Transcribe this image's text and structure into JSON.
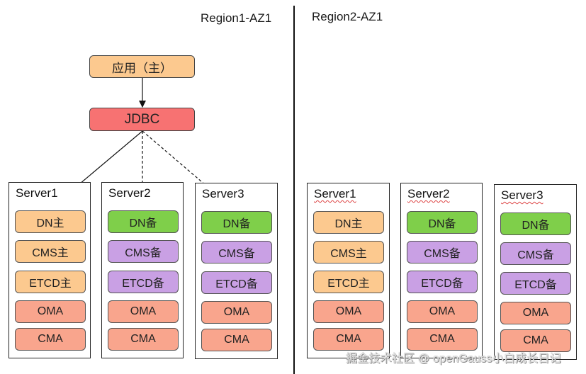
{
  "regions": [
    {
      "title": "Region1-AZ1",
      "app_node": "应用（主）",
      "jdbc_node": "JDBC",
      "servers": [
        {
          "name": "Server1",
          "components": [
            {
              "label": "DN主",
              "role": "primary"
            },
            {
              "label": "CMS主",
              "role": "primary"
            },
            {
              "label": "ETCD主",
              "role": "primary"
            },
            {
              "label": "OMA",
              "role": "agent"
            },
            {
              "label": "CMA",
              "role": "agent"
            }
          ]
        },
        {
          "name": "Server2",
          "components": [
            {
              "label": "DN备",
              "role": "standby-dn"
            },
            {
              "label": "CMS备",
              "role": "standby"
            },
            {
              "label": "ETCD备",
              "role": "standby"
            },
            {
              "label": "OMA",
              "role": "agent"
            },
            {
              "label": "CMA",
              "role": "agent"
            }
          ]
        },
        {
          "name": "Server3",
          "components": [
            {
              "label": "DN备",
              "role": "standby-dn"
            },
            {
              "label": "CMS备",
              "role": "standby"
            },
            {
              "label": "ETCD备",
              "role": "standby"
            },
            {
              "label": "OMA",
              "role": "agent"
            },
            {
              "label": "CMA",
              "role": "agent"
            }
          ]
        }
      ],
      "connections": [
        {
          "from": "应用（主）",
          "to": "JDBC",
          "style": "solid"
        },
        {
          "from": "JDBC",
          "to": "Server1.DN主",
          "style": "solid"
        },
        {
          "from": "JDBC",
          "to": "Server2.DN备",
          "style": "dashed"
        },
        {
          "from": "JDBC",
          "to": "Server3.DN备",
          "style": "dashed"
        }
      ]
    },
    {
      "title": "Region2-AZ1",
      "servers": [
        {
          "name": "Server1",
          "components": [
            {
              "label": "DN主",
              "role": "primary"
            },
            {
              "label": "CMS主",
              "role": "primary"
            },
            {
              "label": "ETCD主",
              "role": "primary"
            },
            {
              "label": "OMA",
              "role": "agent"
            },
            {
              "label": "CMA",
              "role": "agent"
            }
          ]
        },
        {
          "name": "Server2",
          "components": [
            {
              "label": "DN备",
              "role": "standby-dn"
            },
            {
              "label": "CMS备",
              "role": "standby"
            },
            {
              "label": "ETCD备",
              "role": "standby"
            },
            {
              "label": "OMA",
              "role": "agent"
            },
            {
              "label": "CMA",
              "role": "agent"
            }
          ]
        },
        {
          "name": "Server3",
          "components": [
            {
              "label": "DN备",
              "role": "standby-dn"
            },
            {
              "label": "CMS备",
              "role": "standby"
            },
            {
              "label": "ETCD备",
              "role": "standby"
            },
            {
              "label": "OMA",
              "role": "agent"
            },
            {
              "label": "CMA",
              "role": "agent"
            }
          ]
        }
      ]
    }
  ],
  "colors": {
    "primary": "#fcc98f",
    "standby-dn": "#7fcf4a",
    "standby": "#c9a0e4",
    "agent": "#f9a58d",
    "jdbc": "#f77272"
  },
  "watermark": "掘金技术社区 @ openGauss小白成长日记"
}
